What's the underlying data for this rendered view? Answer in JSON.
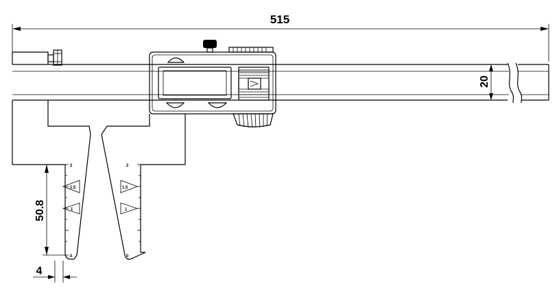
{
  "dimensions": {
    "overall_length": "515",
    "beam_height": "20",
    "jaw_depth": "50.8",
    "tip_width": "4"
  },
  "scale_labels": {
    "top": "2",
    "mid": "1.5",
    "low": "1",
    "zero": "0"
  }
}
